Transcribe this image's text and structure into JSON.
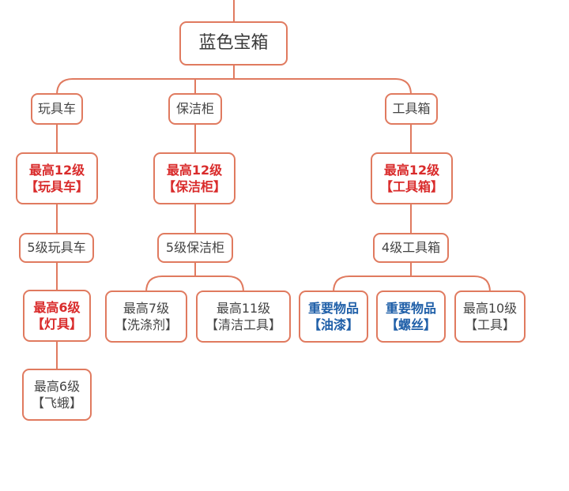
{
  "nodes": {
    "root": "蓝色宝箱",
    "toy_car": "玩具车",
    "cabinet": "保洁柜",
    "toolbox": "工具箱",
    "toy_max": [
      "最高12级",
      "【玩具车】"
    ],
    "cabinet_max": [
      "最高12级",
      "【保洁柜】"
    ],
    "toolbox_max": [
      "最高12级",
      "【工具箱】"
    ],
    "toy_lv5": "5级玩具车",
    "cabinet_lv5": "5级保洁柜",
    "toolbox_lv4": "4级工具箱",
    "lamp": [
      "最高6级",
      "【灯具】"
    ],
    "detergent": [
      "最高7级",
      "【洗涤剂】"
    ],
    "cleaning_tool": [
      "最高11级",
      "【清洁工具】"
    ],
    "paint": [
      "重要物品",
      "【油漆】"
    ],
    "screw": [
      "重要物品",
      "【螺丝】"
    ],
    "tool": [
      "最高10级",
      "【工具】"
    ],
    "moth": [
      "最高6级",
      "【飞蛾】"
    ]
  },
  "colors": {
    "line": "#e07a5f",
    "red_text": "#d92b2b",
    "blue_text": "#1f5fa8",
    "plain_text": "#444444"
  }
}
